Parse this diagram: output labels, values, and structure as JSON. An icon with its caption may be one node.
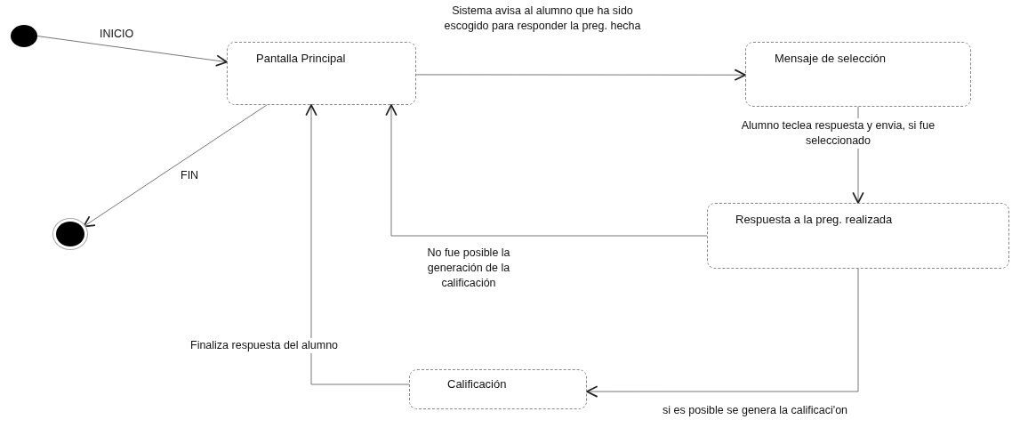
{
  "diagram": {
    "nodes": [
      {
        "text": [],
        "shape": "circle"
      },
      {
        "text": [
          "Pantalla Principal"
        ]
      },
      {
        "text": [
          "Mensaje de selección"
        ]
      },
      {
        "text": [
          "Respuesta a la preg. realizada"
        ]
      },
      {
        "text": [
          "Calificación"
        ]
      },
      {
        "text": [],
        "shape": "circle"
      }
    ],
    "edges": [
      {
        "from": 0,
        "to": 1,
        "arrow": "to",
        "label": "INICIO"
      },
      {
        "from": 1,
        "to": 2,
        "arrow": "to",
        "label": "Sistema avisa al alumno que ha sido escogido para responder la preg. hecha"
      },
      {
        "from": 2,
        "to": 3,
        "arrow": "to",
        "label": "Alumno teclea respuesta y envia, si fue seleccionado"
      },
      {
        "from": 3,
        "to": 1,
        "arrow": "to",
        "label": "No fue posible la generación de la calificación"
      },
      {
        "from": 3,
        "to": 4,
        "arrow": "to",
        "label": "si es posible se genera la calificaci'on"
      },
      {
        "from": 4,
        "to": 1,
        "arrow": "to",
        "label": "Finaliza respuesta del alumno"
      },
      {
        "from": 1,
        "to": 5,
        "arrow": "to",
        "label": "FIN"
      }
    ]
  }
}
